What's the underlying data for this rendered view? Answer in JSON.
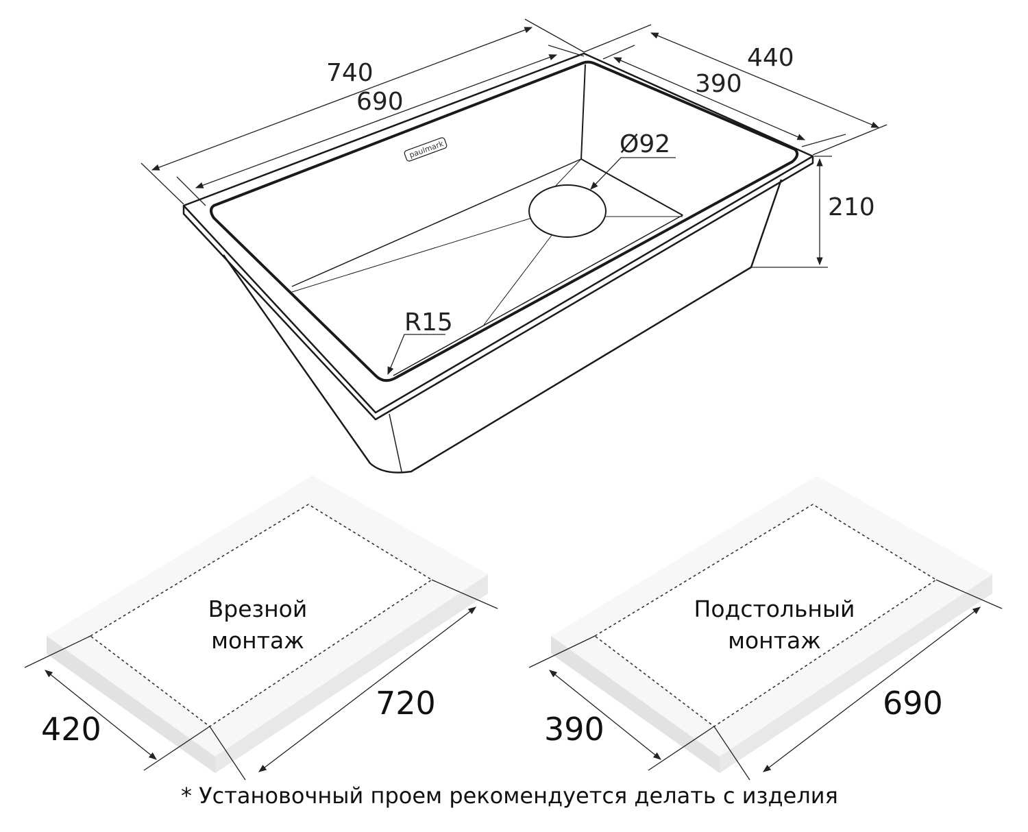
{
  "sink": {
    "brand": "paulmark",
    "dims": {
      "outer_length": "740",
      "inner_length": "690",
      "outer_width": "440",
      "inner_width": "390",
      "depth": "210",
      "drain": "Ø92",
      "corner_radius": "R15"
    }
  },
  "cutouts": {
    "flush_mount": {
      "label_line1": "Врезной",
      "label_line2": "монтаж",
      "width": "420",
      "length": "720"
    },
    "undermount": {
      "label_line1": "Подстольный",
      "label_line2": "монтаж",
      "width": "390",
      "length": "690"
    }
  },
  "footnote": "* Установочный проем рекомендуется делать с изделия"
}
